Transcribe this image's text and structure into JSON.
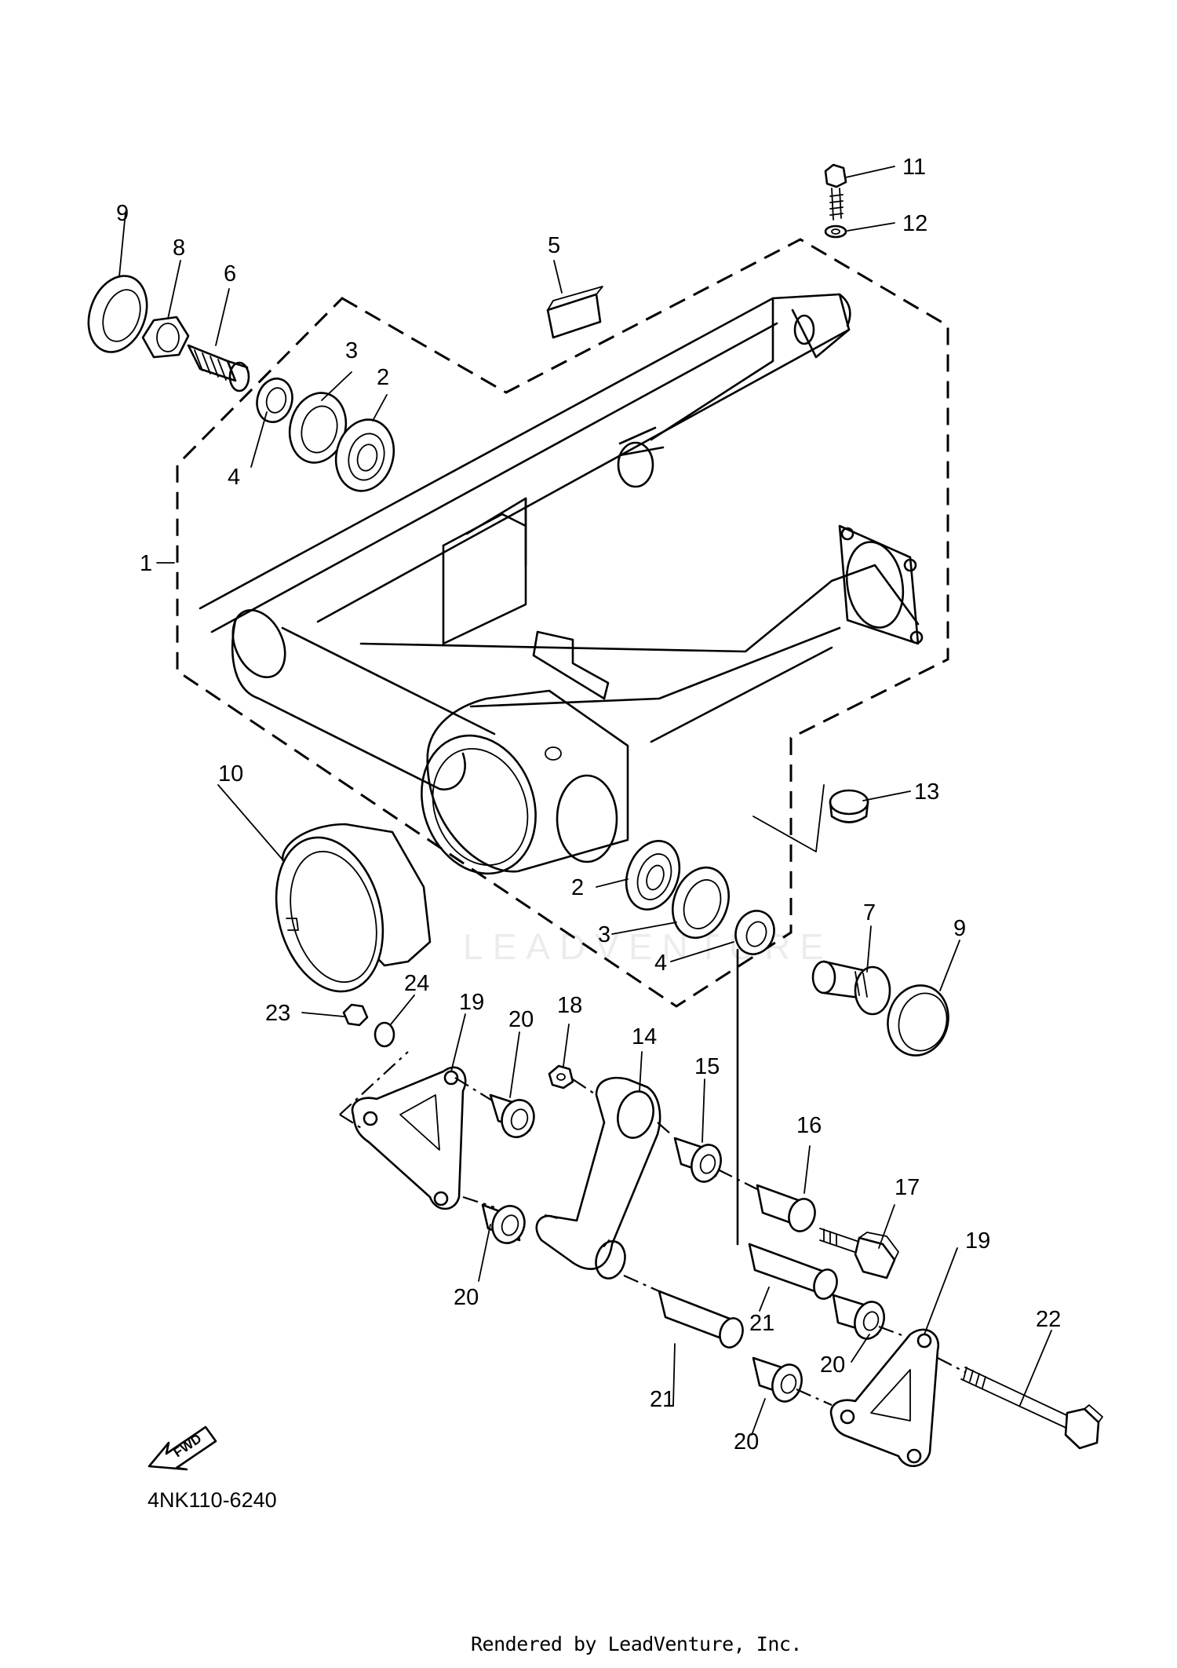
{
  "diagram": {
    "part_labels": [
      "1",
      "2",
      "2",
      "3",
      "3",
      "4",
      "4",
      "5",
      "6",
      "7",
      "8",
      "9",
      "9",
      "10",
      "11",
      "12",
      "13",
      "14",
      "15",
      "16",
      "17",
      "18",
      "19",
      "19",
      "20",
      "20",
      "20",
      "20",
      "21",
      "21",
      "22",
      "23",
      "24"
    ],
    "direction_badge": "FWD",
    "watermark_text": "LEADVENTURE",
    "diagram_code": "4NK110-6240",
    "credit": "Rendered by LeadVenture, Inc."
  },
  "colors": {
    "line": "#000000",
    "background": "#ffffff"
  }
}
